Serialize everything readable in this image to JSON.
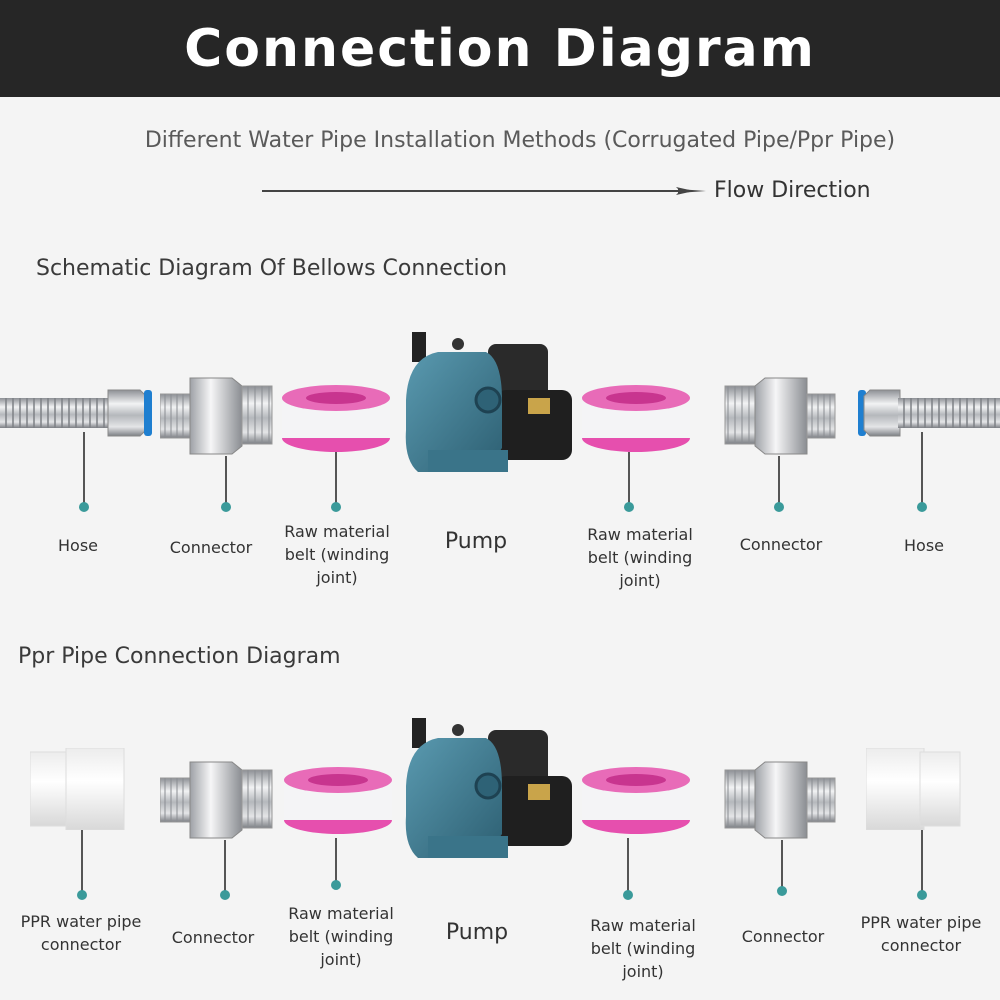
{
  "header": {
    "title": "Connection Diagram"
  },
  "subtitle": "Different Water Pipe Installation Methods (Corrugated Pipe/Ppr Pipe)",
  "flow": {
    "label": "Flow Direction"
  },
  "section1": {
    "title": "Schematic Diagram Of Bellows Connection",
    "labels": {
      "hose_left": "Hose",
      "connector_left": "Connector",
      "tape_left_1": "Raw material",
      "tape_left_2": "belt (winding",
      "tape_left_3": "joint)",
      "pump": "Pump",
      "tape_right_1": "Raw material",
      "tape_right_2": "belt (winding",
      "tape_right_3": "joint)",
      "connector_right": "Connector",
      "hose_right": "Hose"
    }
  },
  "section2": {
    "title": "Ppr Pipe Connection Diagram",
    "labels": {
      "ppr_left_1": "PPR water pipe",
      "ppr_left_2": "connector",
      "connector_left": "Connector",
      "tape_left_1": "Raw material",
      "tape_left_2": "belt (winding",
      "tape_left_3": "joint)",
      "pump": "Pump",
      "tape_right_1": "Raw material",
      "tape_right_2": "belt (winding",
      "tape_right_3": "joint)",
      "connector_right": "Connector",
      "ppr_right_1": "PPR water pipe",
      "ppr_right_2": "connector"
    }
  },
  "colors": {
    "header_bg": "#262626",
    "dot": "#3a9a9a",
    "tape_pink": "#e64fae",
    "pump_blue": "#3f7e94",
    "steel": "#b9bcc0"
  },
  "icons": [
    "hose-icon",
    "connector-icon",
    "tape-icon",
    "pump-icon",
    "ppr-connector-icon",
    "arrow-right-icon"
  ]
}
